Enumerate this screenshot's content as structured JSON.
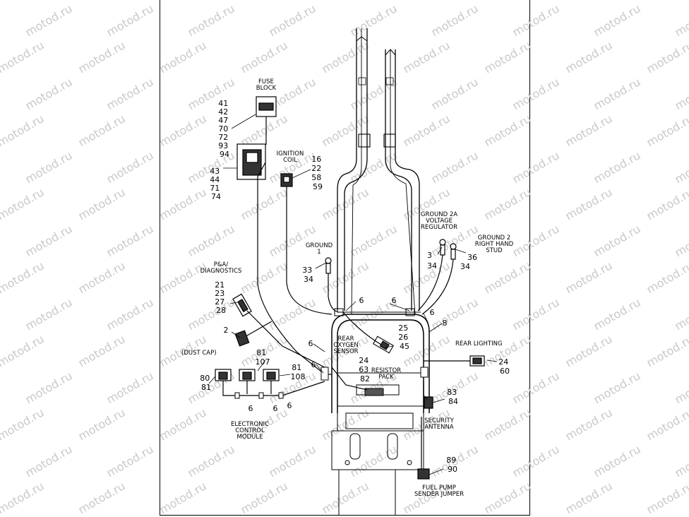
{
  "watermark": "motod.ru",
  "labels": {
    "fuse_block": [
      "FUSE",
      "BLOCK"
    ],
    "ignition_coil": [
      "IGNITION",
      "COIL"
    ],
    "ground1": [
      "GROUND",
      "1"
    ],
    "ground2a": [
      "GROUND 2A",
      "VOLTAGE",
      "REGULATOR"
    ],
    "ground2": [
      "GROUND 2",
      "RIGHT HAND",
      "STUD"
    ],
    "pa_diag": [
      "P&A/",
      "DIAGNOSTICS"
    ],
    "dust_cap": "(DUST CAP)",
    "rear_o2": [
      "REAR",
      "OXYGEN",
      "SENSOR"
    ],
    "resistor": [
      "RESISTOR",
      "PACK"
    ],
    "rear_lighting": "REAR LIGHTING",
    "ecm": [
      "ELECTRONIC",
      "CONTROL",
      "MODULE"
    ],
    "security": [
      "SECURITY",
      "ANTENNA"
    ],
    "fuel_pump": [
      "FUEL PUMP",
      "SENDER JUMPER"
    ]
  },
  "callouts": {
    "fuse_nums": [
      "41",
      "42",
      "47",
      "70",
      "72",
      "93",
      "94"
    ],
    "relay_nums": [
      "43",
      "44",
      "71",
      "74"
    ],
    "coil_nums": [
      "16",
      "22",
      "58",
      "59"
    ],
    "ground1_nums": [
      "33",
      "34"
    ],
    "g2a_nums": [
      "3",
      "34"
    ],
    "g2_nums": [
      "36",
      "34"
    ],
    "pa_nums": [
      "21",
      "23",
      "27",
      "28"
    ],
    "n2": "2",
    "six": "6",
    "eight": "8",
    "o2_nums": [
      "25",
      "26",
      "45"
    ],
    "resistor_nums": [
      "24",
      "63",
      "82"
    ],
    "rl_nums": [
      "24",
      "60"
    ],
    "ecm_a": [
      "81",
      "107"
    ],
    "ecm_b": [
      "81",
      "108"
    ],
    "ecm_c": [
      "80",
      "81"
    ],
    "sec_nums": [
      "83",
      "84"
    ],
    "fp_nums": [
      "89",
      "90"
    ]
  }
}
